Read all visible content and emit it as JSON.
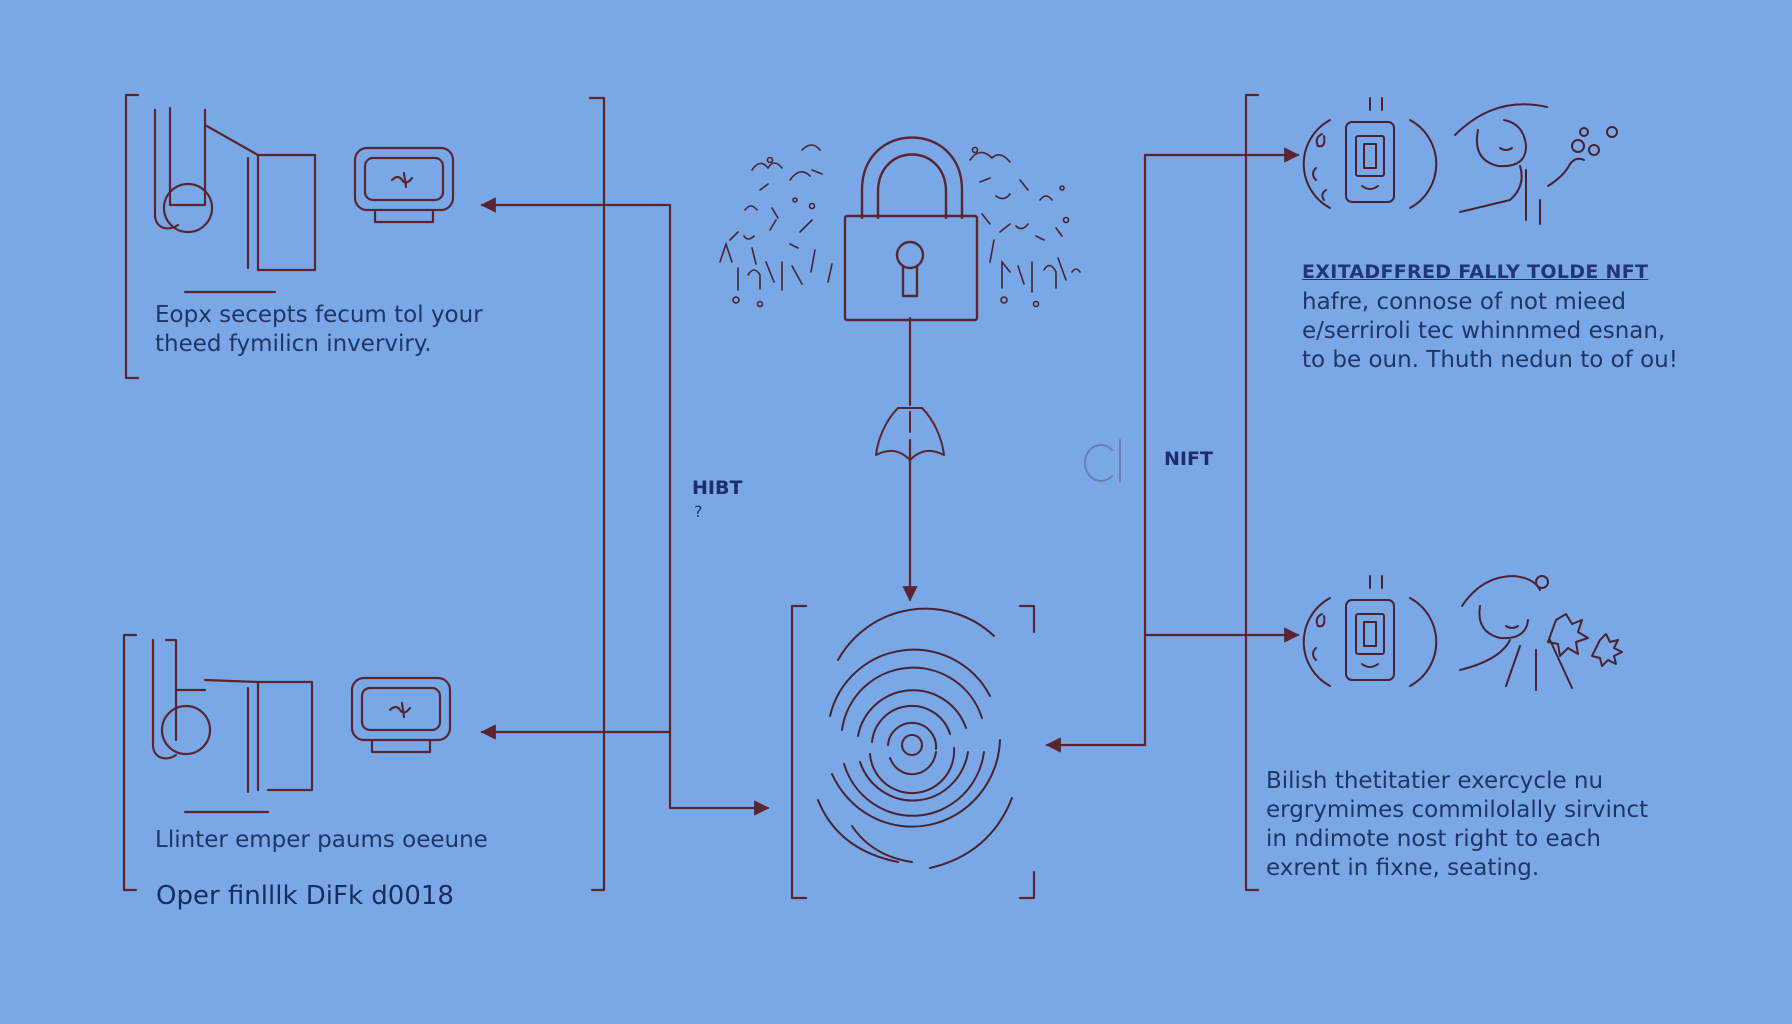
{
  "colors": {
    "background": "#7aa8e6",
    "line": "#5a2530",
    "text": "#1f3566"
  },
  "icons": [
    "book-icon",
    "wallet-icon",
    "padlock-icon",
    "fingerprint-icon",
    "phone-icon",
    "person-icon"
  ],
  "top_left": {
    "lines": [
      "Eopx secepts fecum tol your",
      "theed fymilicn inverviry."
    ]
  },
  "bottom_left": {
    "line1": "Llinter emper paums oeeune",
    "caption": "Oper finlllk DiFk d0018"
  },
  "center": {
    "label_left": "HIBT",
    "label_left_sub": "?",
    "label_right": "NIFT"
  },
  "top_right": {
    "heading": "EXITADFFRED FALLY TOLDE NFT",
    "lines": [
      "hafre, connose of not mieed",
      "e/serriroli tec whinnmed esnan,",
      "to be oun. Thuth nedun to of ou!"
    ]
  },
  "bottom_right": {
    "lines": [
      "Bilish thetitatier exercycle nu",
      "ergrymimes commilolally sirvinct",
      "in ndimote nost right to each",
      "exrent in fixne, seating."
    ]
  }
}
